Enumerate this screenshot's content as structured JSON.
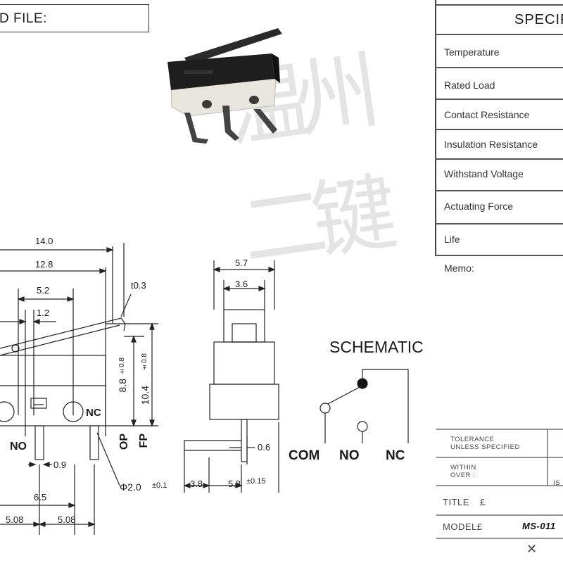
{
  "header": {
    "file_label": "D FILE:"
  },
  "spec_table": {
    "title": "SPECIF",
    "rows": [
      "Temperature",
      "Rated Load",
      "Contact Resistance",
      "Insulation Resistance",
      "Withstand Voltage",
      "Actuating Force",
      "Life"
    ],
    "memo": "Memo:"
  },
  "dimensions": {
    "d14": "14.0",
    "d12_8": "12.8",
    "t0_3": "t0.3",
    "d5_2": "5.2",
    "d1_2": "1.2",
    "d8_8": "8.8",
    "tol8_8": "±0.8",
    "d10_4": "10.4",
    "tol10_4": "±0.8",
    "op": "OP",
    "fp": "FP",
    "d0_9": "0.9",
    "d6_5": "6.5",
    "phi": "Φ2.0",
    "tol_phi": "±0.1",
    "d5_08a": "5.08",
    "d5_08b": "5.08",
    "d5_7": "5.7",
    "d3_6": "3.6",
    "d0_6": "0.6",
    "d3_8": "3.8",
    "d5_8": "5.8",
    "tol5_8": "±0.15"
  },
  "terminals": {
    "no_left": "NO",
    "nc_left": "NC"
  },
  "schematic": {
    "title": "SCHEMATIC",
    "com": "COM",
    "no": "NO",
    "nc": "NC"
  },
  "title_block": {
    "tolerance": "TOLERANCE",
    "unless": "UNLESS SPECIFIED",
    "within": "WITHIN",
    "over": "OVER :",
    "iso": "IS",
    "title_label": "TITLE",
    "title_mark": "£",
    "model_label": "MODEL£",
    "model_value": "MS-011",
    "close_mark": "✕"
  },
  "watermark": {
    "text": "温州二键"
  },
  "colors": {
    "ink": "#1a1a1a",
    "body": "#1c1c1c",
    "base": "#ebe8e0",
    "watermark": "#888888"
  }
}
